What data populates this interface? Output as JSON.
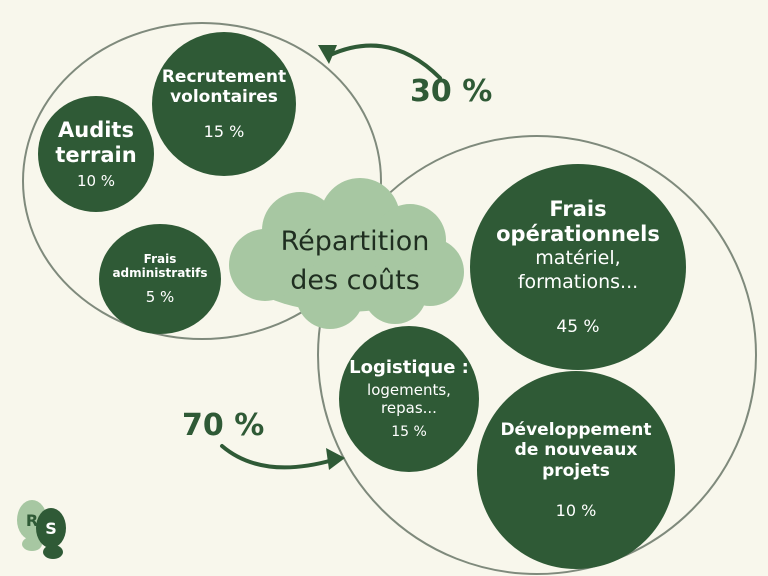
{
  "center": {
    "line1": "Répartition",
    "line2": "des coûts"
  },
  "groups": [
    {
      "share": "30 %"
    },
    {
      "share": "70 %"
    }
  ],
  "items": {
    "recrutement": {
      "title1": "Recrutement",
      "title2": "volontaires",
      "value": "15 %"
    },
    "audits": {
      "title1": "Audits",
      "title2": "terrain",
      "value": "10 %"
    },
    "frais_admin": {
      "title1": "Frais",
      "title2": "administratifs",
      "value": "5 %"
    },
    "frais_ops": {
      "title1": "Frais",
      "title2": "opérationnels",
      "desc1": "matériel,",
      "desc2": "formations...",
      "value": "45 %"
    },
    "logistique": {
      "title1": "Logistique :",
      "desc1": "logements,",
      "desc2": "repas...",
      "value": "15 %"
    },
    "developpement": {
      "title1": "Développement",
      "title2": "de nouveaux",
      "title3": "projets",
      "value": "10 %"
    }
  },
  "logo": {
    "letter1": "R",
    "letter2": "S"
  },
  "colors": {
    "bubble": "#2f5a36",
    "cloud": "#a7c7a2",
    "outline": "#7f8a7c",
    "background": "#f8f7ec"
  }
}
